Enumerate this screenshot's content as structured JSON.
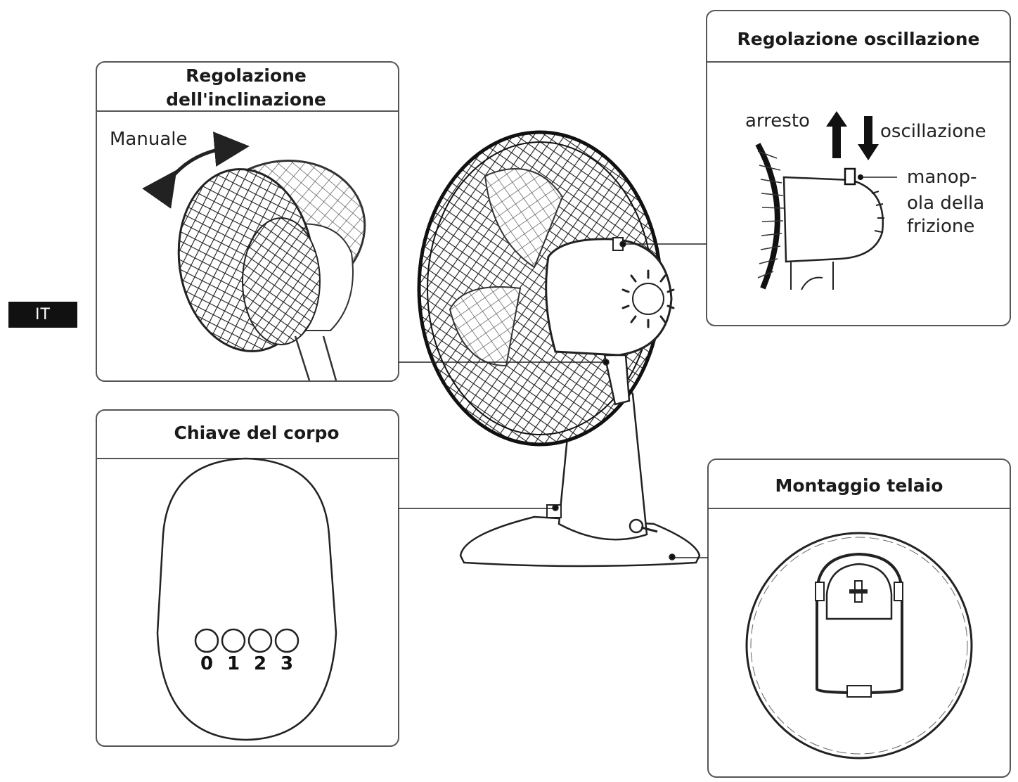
{
  "language_tab": "IT",
  "panels": {
    "tilt": {
      "title_line1": "Regolazione",
      "title_line2": "dell'inclinazione",
      "manual_label": "Manuale"
    },
    "oscillation": {
      "title": "Regolazione oscillazione",
      "stop_label": "arresto",
      "oscillate_label": "oscillazione",
      "knob_line1": "manop-",
      "knob_line2": "ola della",
      "knob_line3": "frizione"
    },
    "body_key": {
      "title": "Chiave del corpo",
      "buttons": [
        "0",
        "1",
        "2",
        "3"
      ]
    },
    "frame": {
      "title": "Montaggio telaio"
    }
  }
}
